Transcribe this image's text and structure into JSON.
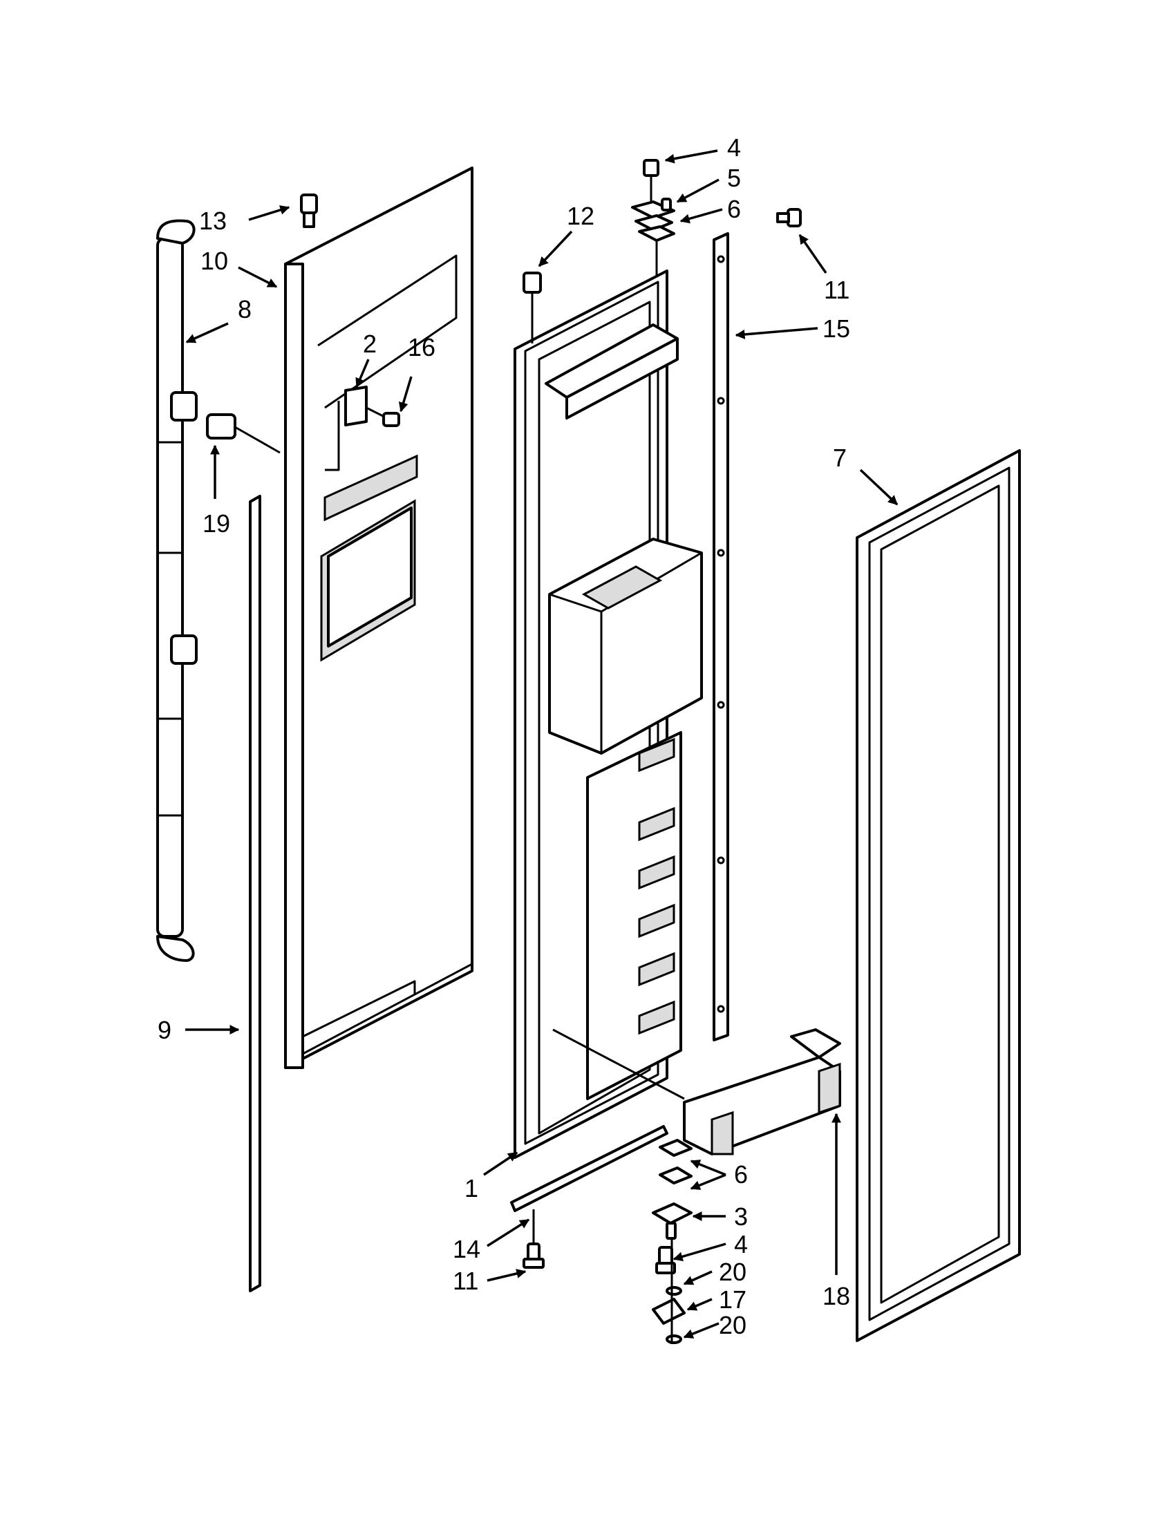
{
  "callouts": {
    "c1": "1",
    "c2": "2",
    "c3": "3",
    "c4a": "4",
    "c4b": "4",
    "c5": "5",
    "c6a": "6",
    "c6b": "6",
    "c7": "7",
    "c8": "8",
    "c9": "9",
    "c10": "10",
    "c11a": "11",
    "c11b": "11",
    "c12": "12",
    "c13": "13",
    "c14": "14",
    "c15": "15",
    "c16": "16",
    "c17": "17",
    "c18": "18",
    "c19": "19",
    "c20a": "20",
    "c20b": "20"
  }
}
